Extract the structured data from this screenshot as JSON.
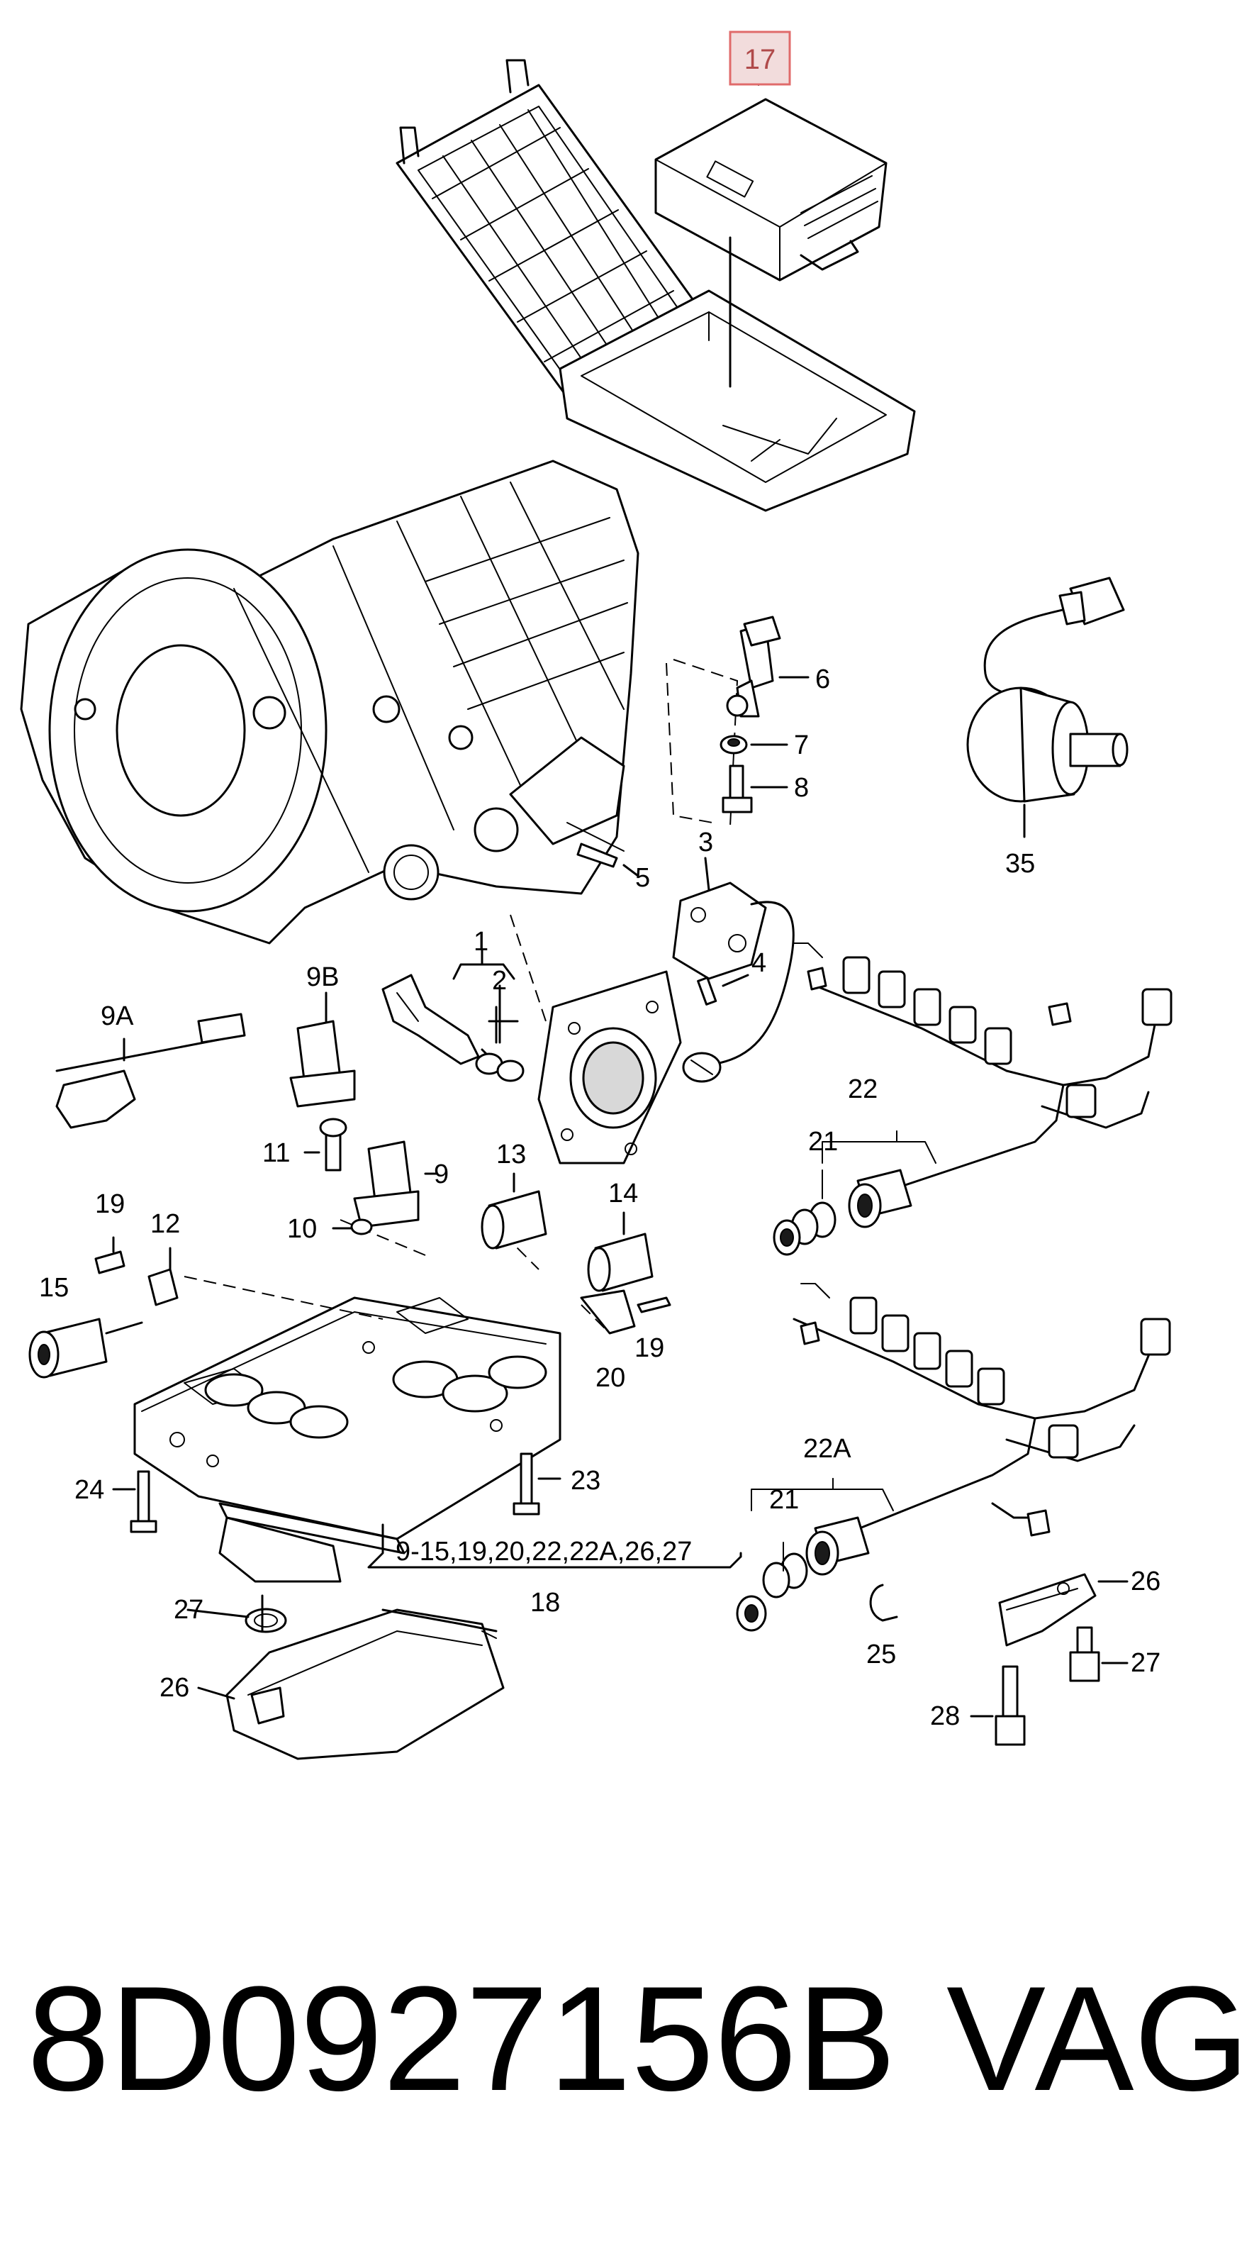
{
  "highlight": {
    "label": "17",
    "box_color": "#f2dcdc",
    "border_color": "#e06a6a",
    "text_color": "#b04a4a"
  },
  "callouts": {
    "c1": "1",
    "c2": "2",
    "c3": "3",
    "c4": "4",
    "c5": "5",
    "c6": "6",
    "c7": "7",
    "c8": "8",
    "c9": "9",
    "c9a": "9A",
    "c9b": "9B",
    "c10": "10",
    "c11": "11",
    "c12": "12",
    "c13": "13",
    "c14": "14",
    "c15": "15",
    "c18": "18",
    "c19a": "19",
    "c19b": "19",
    "c20": "20",
    "c21a": "21",
    "c21b": "21",
    "c22": "22",
    "c22a": "22A",
    "c23": "23",
    "c24": "24",
    "c25": "25",
    "c26a": "26",
    "c26b": "26",
    "c27a": "27",
    "c27b": "27",
    "c28": "28",
    "c35": "35"
  },
  "group_label": "9-15,19,20,22,22A,26,27",
  "footer": {
    "part_number": "8D0927156B",
    "brand": "VAG"
  }
}
